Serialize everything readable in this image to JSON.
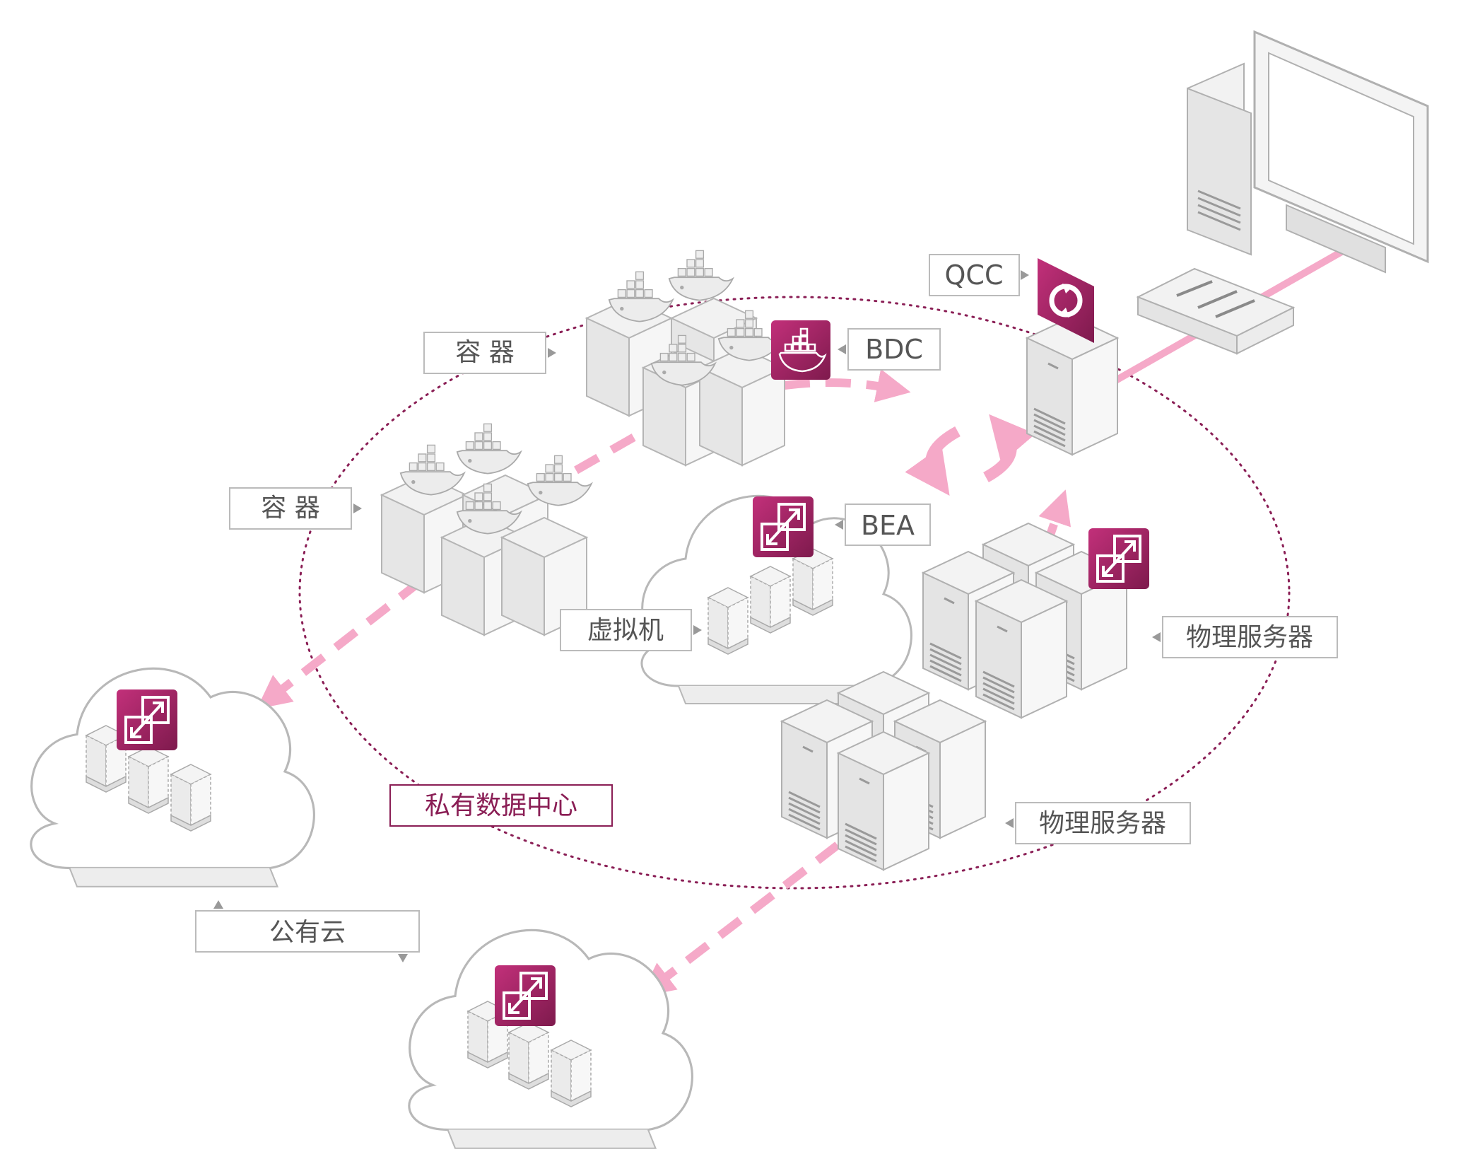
{
  "labels": {
    "container_top": "容 器",
    "container_left": "容 器",
    "bdc": "BDC",
    "qcc": "QCC",
    "bea": "BEA",
    "vm": "虚拟机",
    "physical_right": "物理服务器",
    "physical_bottom": "物理服务器",
    "private_dc": "私有数据中心",
    "public_cloud": "公有云"
  },
  "colors": {
    "accent": "#9b1d5e",
    "accent_light": "#c2307a",
    "arrow_pink": "#f5a9c8",
    "outline": "#b8b8b8",
    "fill_light": "#efefef",
    "fill_mid": "#e2e2e2",
    "dotted_ring": "#8a1e55"
  },
  "icons": {
    "migrate": "migrate-icon",
    "docker": "docker-whale-icon",
    "sync": "sync-icon",
    "switch": "network-switch-icon",
    "workstation": "workstation-icon"
  }
}
